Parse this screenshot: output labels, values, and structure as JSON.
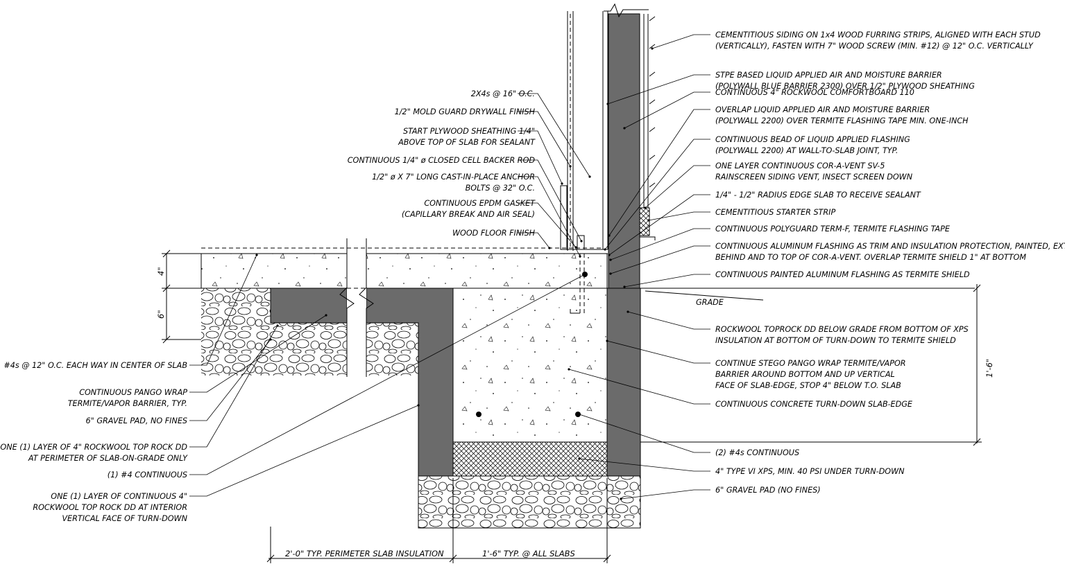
{
  "right_callouts": [
    {
      "lines": [
        "CEMENTITIOUS SIDING ON 1x4 WOOD FURRING STRIPS, ALIGNED WITH EACH STUD",
        "(VERTICALLY), FASTEN WITH 7\" WOOD SCREW (MIN. #12) @ 12\" O.C. VERTICALLY"
      ]
    },
    {
      "lines": [
        "STPE BASED LIQUID APPLIED AIR AND MOISTURE BARRIER",
        "(POLYWALL BLUE BARRIER 2300) OVER 1/2\" PLYWOOD SHEATHING"
      ]
    },
    {
      "lines": [
        "CONTINUOUS 4\" ROCKWOOL COMFORTBOARD 110"
      ]
    },
    {
      "lines": [
        "OVERLAP LIQUID APPLIED AIR AND MOISTURE BARRIER",
        "(POLYWALL 2200) OVER TERMITE FLASHING TAPE MIN. ONE-INCH"
      ]
    },
    {
      "lines": [
        "CONTINUOUS BEAD OF LIQUID APPLIED FLASHING",
        "(POLYWALL 2200) AT WALL-TO-SLAB JOINT, TYP."
      ]
    },
    {
      "lines": [
        "ONE LAYER CONTINUOUS COR-A-VENT SV-5",
        "RAINSCREEN SIDING VENT, INSECT SCREEN DOWN"
      ]
    },
    {
      "lines": [
        "1/4\" - 1/2\" RADIUS EDGE SLAB TO RECEIVE SEALANT"
      ]
    },
    {
      "lines": [
        "CEMENTITIOUS STARTER STRIP"
      ]
    },
    {
      "lines": [
        "CONTINUOUS POLYGUARD TERM-F, TERMITE FLASHING TAPE"
      ]
    },
    {
      "lines": [
        "CONTINUOUS ALUMINUM FLASHING AS TRIM AND INSULATION PROTECTION, PAINTED, EXTEND",
        "BEHIND AND TO TOP OF COR-A-VENT. OVERLAP TERMITE SHIELD 1\" AT BOTTOM"
      ]
    },
    {
      "lines": [
        "CONTINUOUS PAINTED ALUMINUM FLASHING AS TERMITE SHIELD"
      ]
    },
    {
      "lines": [
        "ROCKWOOL TOPROCK DD BELOW GRADE FROM BOTTOM OF XPS",
        "INSULATION AT BOTTOM OF TURN-DOWN TO TERMITE SHIELD"
      ]
    },
    {
      "lines": [
        "CONTINUE STEGO PANGO WRAP TERMITE/VAPOR",
        "BARRIER AROUND BOTTOM AND UP VERTICAL",
        "FACE OF SLAB-EDGE, STOP 4\" BELOW T.O. SLAB"
      ]
    },
    {
      "lines": [
        "CONTINUOUS CONCRETE TURN-DOWN SLAB-EDGE"
      ]
    },
    {
      "lines": [
        "(2) #4s CONTINUOUS"
      ]
    },
    {
      "lines": [
        "4\" TYPE VI XPS, MIN. 40 PSI UNDER TURN-DOWN"
      ]
    },
    {
      "lines": [
        "6\" GRAVEL PAD (NO FINES)"
      ]
    }
  ],
  "upper_left_callouts": [
    {
      "lines": [
        "2X4s @ 16\" O.C."
      ]
    },
    {
      "lines": [
        "1/2\" MOLD GUARD DRYWALL FINISH"
      ]
    },
    {
      "lines": [
        "START PLYWOOD SHEATHING 1/4\"",
        "ABOVE TOP OF SLAB FOR SEALANT"
      ]
    },
    {
      "lines": [
        "CONTINUOUS 1/4\" ø CLOSED CELL BACKER ROD"
      ]
    },
    {
      "lines": [
        "1/2\" ø X 7\" LONG CAST-IN-PLACE ANCHOR",
        "BOLTS @ 32\" O.C."
      ]
    },
    {
      "lines": [
        "CONTINUOUS EPDM GASKET",
        "(CAPILLARY BREAK AND AIR SEAL)"
      ]
    },
    {
      "lines": [
        "WOOD FLOOR FINISH"
      ]
    }
  ],
  "lower_left_callouts": [
    {
      "lines": [
        "#4s @ 12\" O.C. EACH WAY IN CENTER OF SLAB"
      ]
    },
    {
      "lines": [
        "CONTINUOUS PANGO WRAP",
        "TERMITE/VAPOR BARRIER, TYP."
      ]
    },
    {
      "lines": [
        "6\" GRAVEL PAD, NO FINES"
      ]
    },
    {
      "lines": [
        "ONE (1) LAYER OF 4\" ROCKWOOL TOP ROCK DD",
        "AT PERIMETER OF SLAB-ON-GRADE ONLY"
      ]
    },
    {
      "lines": [
        "(1) #4 CONTINUOUS"
      ]
    },
    {
      "lines": [
        "ONE (1) LAYER OF CONTINUOUS 4\"",
        "ROCKWOOL TOP ROCK DD AT INTERIOR",
        "VERTICAL FACE OF TURN-DOWN"
      ]
    }
  ],
  "grade_label": "GRADE",
  "dimensions": {
    "slab_thickness": "4\"",
    "gravel_thickness": "6\"",
    "turndown_depth": "1'-6\"",
    "perimeter_insulation": "2'-0\" TYP. PERIMETER SLAB INSULATION",
    "turndown_width": "1'-6\" TYP. @ ALL SLABS"
  },
  "colors": {
    "insulation": "#6b6b6b",
    "line": "#000000",
    "background": "#ffffff"
  }
}
